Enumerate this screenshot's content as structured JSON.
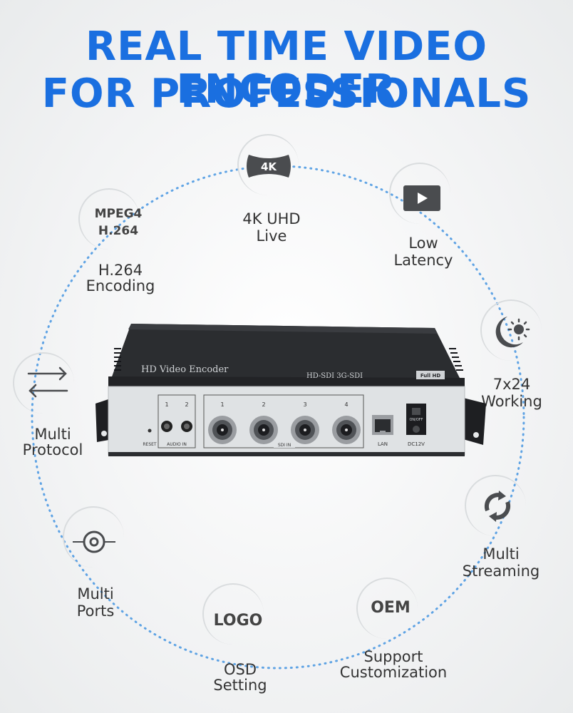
{
  "header": {
    "line1": "REAL TIME VIDEO ENCODER",
    "line2": "FOR PROFESSIONALS"
  },
  "features": {
    "uhd": {
      "icon_text": "4K",
      "line1": "4K UHD",
      "line2": "Live",
      "icon": "4k-badge-icon"
    },
    "latency": {
      "line1": "Low",
      "line2": "Latency",
      "icon": "play-icon"
    },
    "working": {
      "line1": "7x24",
      "line2": "Working",
      "icon": "day-night-icon"
    },
    "streaming": {
      "line1": "Multi",
      "line2": "Streaming",
      "icon": "refresh-arrows-icon"
    },
    "support": {
      "icon_text": "OEM",
      "line1": "Support",
      "line2": "Customization",
      "icon": "oem-badge"
    },
    "osd": {
      "icon_text": "LOGO",
      "line1": "OSD",
      "line2": "Setting",
      "icon": "logo-badge"
    },
    "ports": {
      "line1": "Multi",
      "line2": "Ports",
      "icon": "bnc-port-icon"
    },
    "protocol": {
      "line1": "Multi",
      "line2": "Protocol",
      "icon": "swap-arrows-icon"
    },
    "encoding": {
      "icon_text1": "MPEG4",
      "icon_text2": "H.264",
      "line1": "H.264",
      "line2": "Encoding"
    }
  },
  "device": {
    "brand_label": "HD Video Encoder",
    "model_label": "HD-SDI 3G-SDI",
    "hd_badge": "Full HD",
    "reset_label": "RESET",
    "audio_label": "AUDIO IN",
    "audio_nums": [
      "1",
      "2"
    ],
    "sdi_label": "SDI IN",
    "sdi_nums": [
      "1",
      "2",
      "3",
      "4"
    ],
    "lan_label": "LAN",
    "power_label": "DC12V",
    "switch_label": "ON/OFF"
  },
  "colors": {
    "title": "#1a6fe0",
    "ring_dots": "#3a8fe0",
    "device_body": "#2b2d30",
    "panel": "#dfe2e4"
  }
}
